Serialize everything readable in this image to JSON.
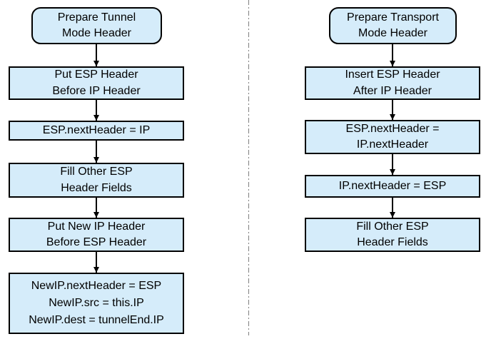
{
  "diagram": {
    "description": "Two side-by-side flowcharts for preparing ESP headers",
    "colors": {
      "node_fill": "#d5ecfa",
      "node_border": "#000000",
      "arrow": "#000000",
      "divider": "#7f7f7f",
      "background": "#ffffff"
    },
    "divider_style": "vertical dash-dot"
  },
  "columns": {
    "left": {
      "name": "Tunnel Mode flow",
      "start": {
        "label": "Prepare Tunnel\nMode Header"
      },
      "nodes": [
        {
          "label": "Put ESP Header\nBefore IP Header"
        },
        {
          "label": "ESP.nextHeader = IP"
        },
        {
          "label": "Fill Other ESP\nHeader Fields"
        },
        {
          "label": "Put New IP Header\nBefore ESP Header"
        },
        {
          "label": "NewIP.nextHeader = ESP\nNewIP.src = this.IP\nNewIP.dest = tunnelEnd.IP"
        }
      ]
    },
    "right": {
      "name": "Transport Mode flow",
      "start": {
        "label": "Prepare Transport\nMode Header"
      },
      "nodes": [
        {
          "label": "Insert ESP Header\nAfter IP Header"
        },
        {
          "label": "ESP.nextHeader =\nIP.nextHeader"
        },
        {
          "label": "IP.nextHeader = ESP"
        },
        {
          "label": "Fill Other ESP\nHeader Fields"
        }
      ]
    }
  }
}
